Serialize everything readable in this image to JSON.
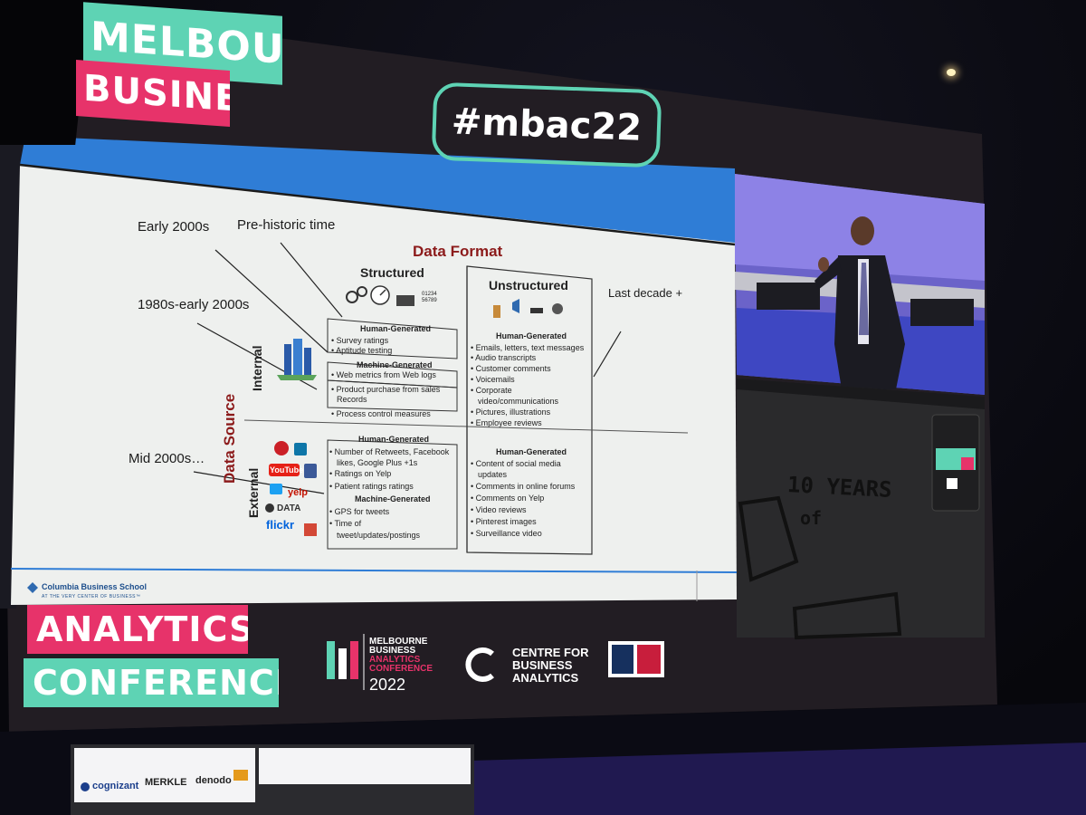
{
  "event": {
    "brand_line1": "MELBOURNE",
    "brand_line2": "BUSINESS",
    "hashtag": "#mbac22",
    "banner_line1": "ANALYTICS",
    "banner_line2": "CONFERENCE",
    "logo_mbac": {
      "line1": "MELBOURNE",
      "line2": "BUSINESS",
      "line3": "ANALYTICS",
      "line4": "CONFERENCE",
      "year": "2022"
    },
    "logo_cba": {
      "line1": "CENTRE FOR",
      "line2": "BUSINESS",
      "line3": "ANALYTICS"
    }
  },
  "slide": {
    "era_labels": {
      "early_2000s": "Early 2000s",
      "prehistoric": "Pre-historic time",
      "eighties": "1980s-early 2000s",
      "mid_2000s": "Mid 2000s…",
      "last_decade": "Last decade +"
    },
    "data_format_title": "Data Format",
    "structured_title": "Structured",
    "structured_icon_digits": "01234 56789",
    "unstructured_title": "Unstructured",
    "data_source_title": "Data Source",
    "internal_label": "Internal",
    "external_label": "External",
    "internal_structured": {
      "group1_title": "Human-Generated",
      "group1_items": [
        "Survey ratings",
        "Aptitude testing"
      ],
      "group2_title": "Machine-Generated",
      "group2_items": [
        "Web metrics from Web logs",
        "Product purchase from sales",
        "Records",
        "Process control measures"
      ]
    },
    "internal_unstructured": {
      "group_title": "Human-Generated",
      "items": [
        "Emails, letters, text messages",
        "Audio transcripts",
        "Customer comments",
        "Voicemails",
        "Corporate",
        "video/communications",
        "Pictures, illustrations",
        "Employee reviews"
      ]
    },
    "external_structured": {
      "group1_title": "Human-Generated",
      "group1_items": [
        "Number of Retweets, Facebook",
        "likes, Google Plus +1s",
        "Ratings on Yelp",
        "Patient ratings ratings"
      ],
      "group2_title": "Machine-Generated",
      "group2_items": [
        "GPS for tweets",
        "Time of",
        "tweet/updates/postings"
      ]
    },
    "external_unstructured": {
      "group_title": "Human-Generated",
      "items": [
        "Content of social media",
        "updates",
        "Comments in online forums",
        "Comments on Yelp",
        "Video reviews",
        "Pinterest images",
        "Surveillance video"
      ]
    },
    "social_logos": {
      "youtube": "YouTube",
      "yelp": "yelp",
      "data": "DATA",
      "flickr": "flickr"
    },
    "footer_school": "Columbia Business School",
    "footer_tagline": "AT THE VERY CENTER OF BUSINESS™"
  },
  "drawing": {
    "line1": "10 YEARS",
    "line2": "of"
  },
  "sponsors": [
    "cognizant",
    "MERKLE",
    "denodo"
  ],
  "colors": {
    "teal": "#5ed3b4",
    "pink": "#e7336a",
    "slide_blue": "#2f7dd6",
    "heading_red": "#8c1b1b"
  }
}
